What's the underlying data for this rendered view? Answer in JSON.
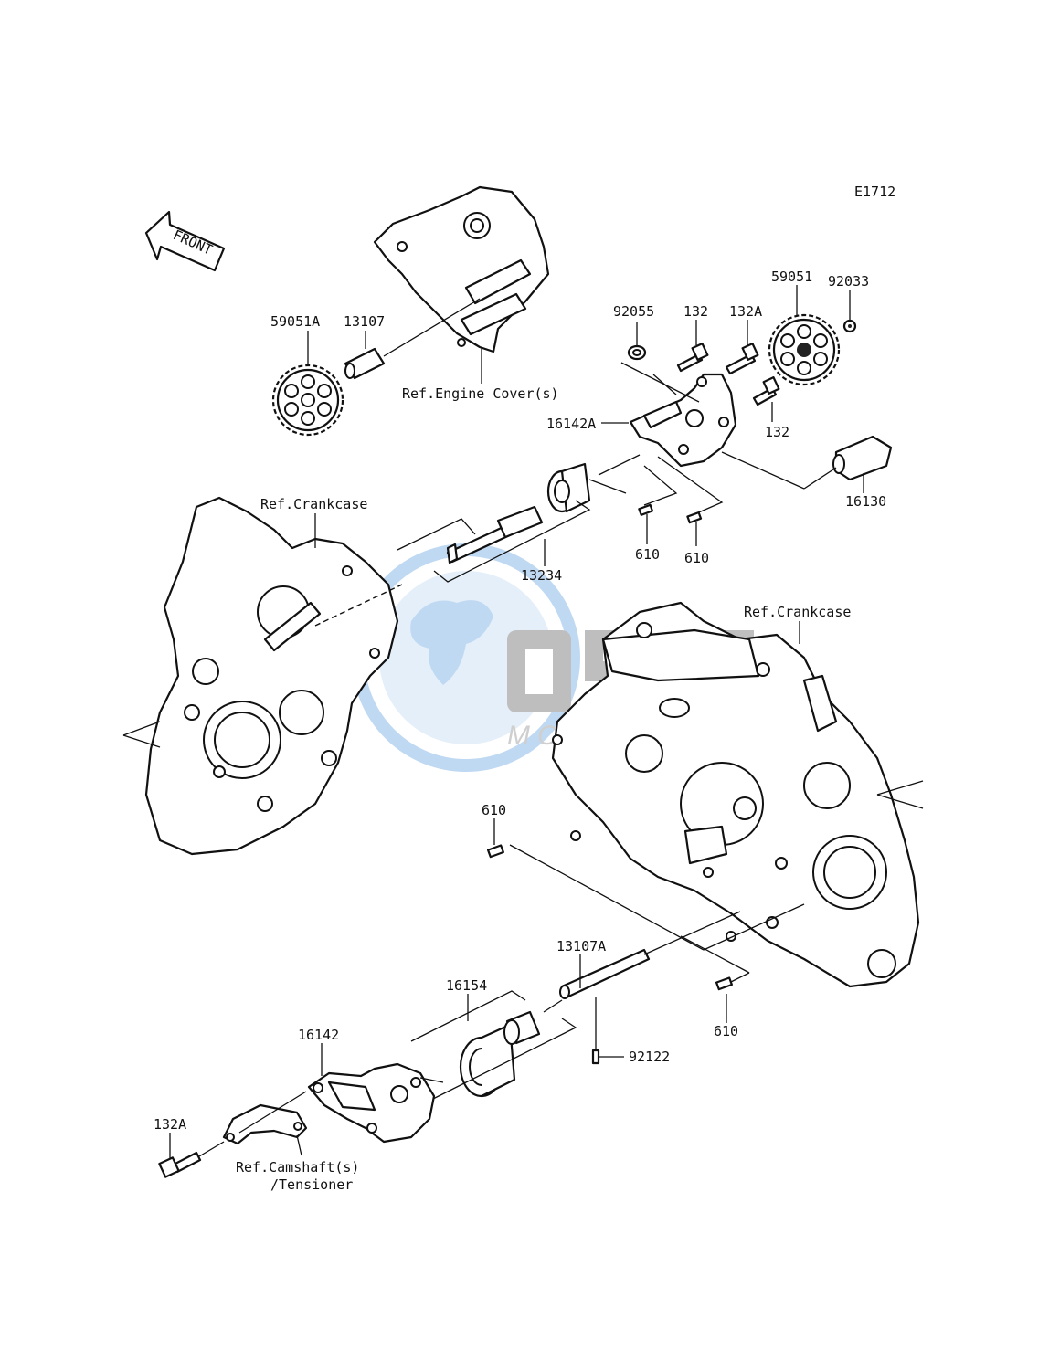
{
  "diagram": {
    "code": "E1712",
    "front_arrow": "FRONT",
    "watermark": {
      "logo": "OSM",
      "tagline": "MOTORPARTS",
      "globe_color": "#7fb3e6",
      "text_color": "#9a9a9a"
    },
    "labels": {
      "p59051A": "59051A",
      "p13107": "13107",
      "ref_engine_cover": "Ref.Engine Cover(s)",
      "p92055": "92055",
      "p132_top": "132",
      "p132A_top": "132A",
      "p59051": "59051",
      "p92033": "92033",
      "p16142A": "16142A",
      "p132_mid": "132",
      "p16130": "16130",
      "ref_crankcase_left": "Ref.Crankcase",
      "p13234": "13234",
      "p610_a": "610",
      "p610_b": "610",
      "ref_crankcase_right": "Ref.Crankcase",
      "p610_c": "610",
      "p13107A": "13107A",
      "p16154": "16154",
      "p16142": "16142",
      "p92122": "92122",
      "p610_d": "610",
      "p132A_bottom": "132A",
      "ref_camshaft": "Ref.Camshaft(s)",
      "ref_tensioner": "/Tensioner"
    }
  }
}
